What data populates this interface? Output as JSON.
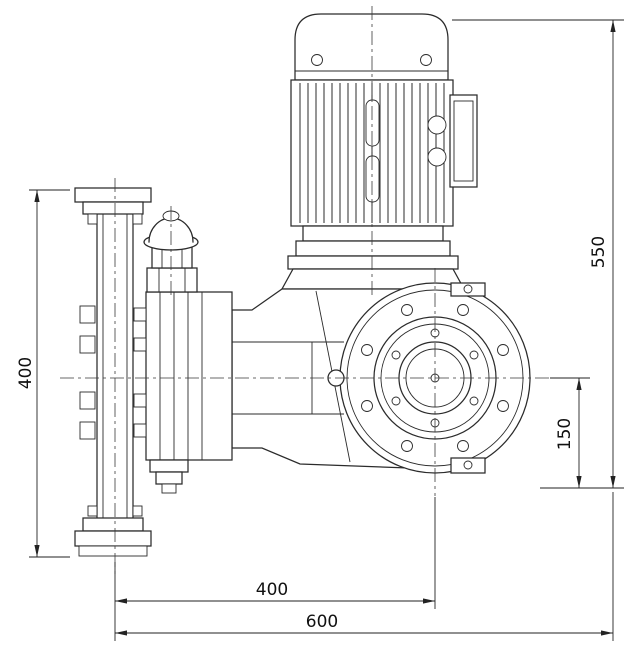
{
  "drawing": {
    "background": "#ffffff",
    "line_color": "#2b2b2b",
    "dimensions": {
      "left_height": "400",
      "overall_height": "550",
      "center_height": "150",
      "center_span": "400",
      "overall_width": "600"
    }
  }
}
